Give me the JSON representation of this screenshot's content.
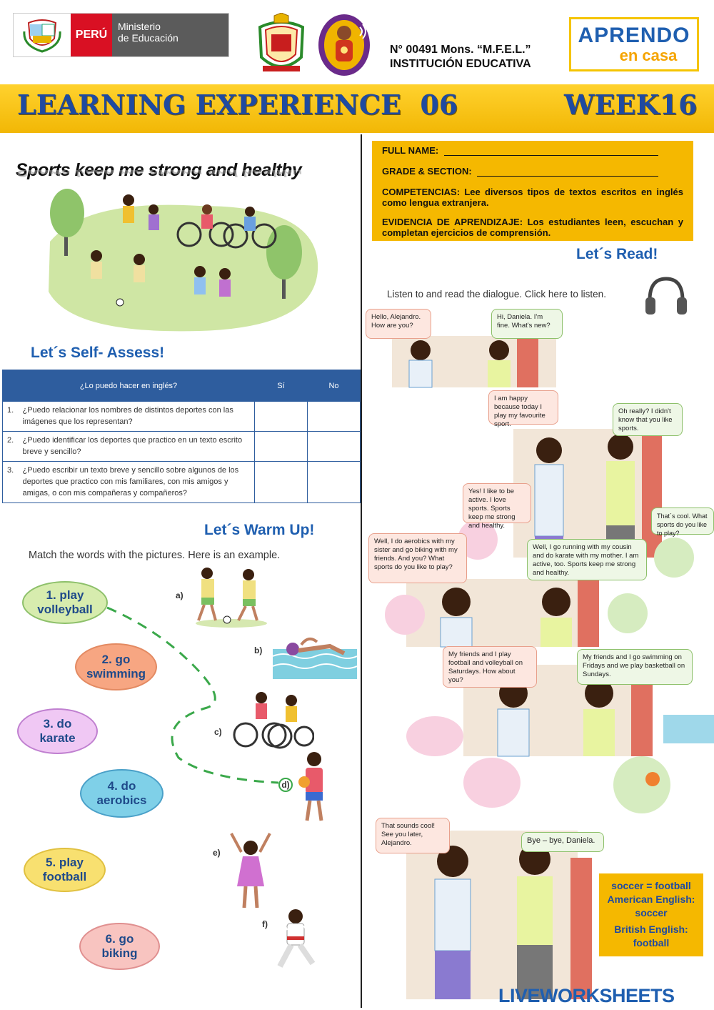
{
  "header": {
    "country": "PERÚ",
    "ministry_line1": "Ministerio",
    "ministry_line2": "de Educación",
    "school_line1": "N° 00491 Mons. “M.F.E.L.”",
    "school_line2": "INSTITUCIÓN EDUCATIVA",
    "aprendo_line1": "APRENDO",
    "aprendo_line2": "en casa"
  },
  "banner": {
    "title": "LEARNING EXPERIENCE  06",
    "week": "WEEK16",
    "colors": {
      "background": "#f5b800",
      "text": "#1f4aa0"
    }
  },
  "left": {
    "sports_title": "Sports keep me strong and healthy",
    "self_assess_title": "Let´s Self- Assess!",
    "table": {
      "headers": [
        "¿Lo puedo hacer en inglés?",
        "Sí",
        "No"
      ],
      "rows": [
        {
          "num": "1.",
          "text": "¿Puedo relacionar los nombres de distintos deportes con las imágenes que los representan?"
        },
        {
          "num": "2.",
          "text": "¿Puedo identificar los deportes que practico en un texto escrito breve y sencillo?"
        },
        {
          "num": "3.",
          "text": "¿Puedo escribir un texto breve y sencillo sobre algunos de los deportes que practico con mis familiares, con mis amigos y amigas, o con mis compañeras y compañeros?"
        }
      ]
    },
    "warmup_title": "Let´s Warm Up!",
    "warmup_instruction": "Match the words with the pictures. Here is an example.",
    "words": [
      {
        "l1": "1. play",
        "l2": "volleyball"
      },
      {
        "l1": "2. go",
        "l2": "swimming"
      },
      {
        "l1": "3. do",
        "l2": "karate"
      },
      {
        "l1": "4. do",
        "l2": "aerobics"
      },
      {
        "l1": "5. play",
        "l2": "football"
      },
      {
        "l1": "6. go",
        "l2": "biking"
      }
    ],
    "picture_labels": [
      "a)",
      "b)",
      "c)",
      "d)",
      "e)",
      "f)"
    ]
  },
  "right": {
    "full_name_label": "FULL NAME:",
    "grade_label": "GRADE & SECTION:",
    "competencias_label": "COMPETENCIAS:",
    "competencias_text": "Lee diversos tipos de textos escritos en inglés como lengua extranjera.",
    "evidencia_label": "EVIDENCIA DE APRENDIZAJE:",
    "evidencia_text": "Los estudiantes leen, escuchan y completan ejercicios de comprensión.",
    "read_title": "Let´s Read!",
    "listen_instruction": "Listen to and read the dialogue. Click here to listen.",
    "dialogue": [
      "Hello, Alejandro. How are you?",
      "Hi, Daniela. I'm fine. What's new?",
      "I am happy because today I play my favourite sport.",
      "Oh really? I didn't know that you like sports.",
      "Yes! I like to be active. I love sports. Sports keep me strong and healthy.",
      "That´s cool. What sports do you like to play?",
      "Well, I do aerobics with my sister and go biking with my friends. And you? What sports do you like to play?",
      "Well, I go running with my cousin and do karate with my mother. I am active, too. Sports keep me strong and healthy.",
      "My friends and I play football and volleyball on Saturdays. How about you?",
      "My friends and I go swimming on Fridays and we play basketball on Sundays.",
      "That sounds cool! See you later, Alejandro.",
      "Bye – bye, Daniela."
    ],
    "soccer_note": {
      "line1": "soccer = football",
      "line2": "American English:",
      "line3": "soccer",
      "line4": "British English:",
      "line5": "football"
    }
  },
  "footer": {
    "brand": "LIVEWORKSHEETS"
  }
}
